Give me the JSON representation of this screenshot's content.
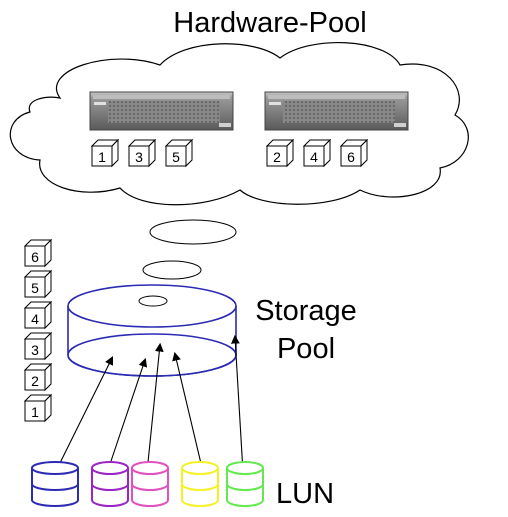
{
  "diagram": {
    "title": "Hardware-Pool",
    "storage_label_line1": "Storage",
    "storage_label_line2": "Pool",
    "lun_label": "LUN",
    "servers": [
      {
        "disks": [
          "1",
          "3",
          "5"
        ]
      },
      {
        "disks": [
          "2",
          "4",
          "6"
        ]
      }
    ],
    "disk_stack": [
      "6",
      "5",
      "4",
      "3",
      "2",
      "1"
    ],
    "luns": [
      {
        "color": "#2b2bb3"
      },
      {
        "color": "#9b24c6"
      },
      {
        "color": "#e24fbf"
      },
      {
        "color": "#f4f125"
      },
      {
        "color": "#63e84f"
      }
    ],
    "colors": {
      "pool_outline": "#2b2bb3",
      "cloud_outline": "#000000",
      "server_body": "#8f8f8f"
    }
  }
}
